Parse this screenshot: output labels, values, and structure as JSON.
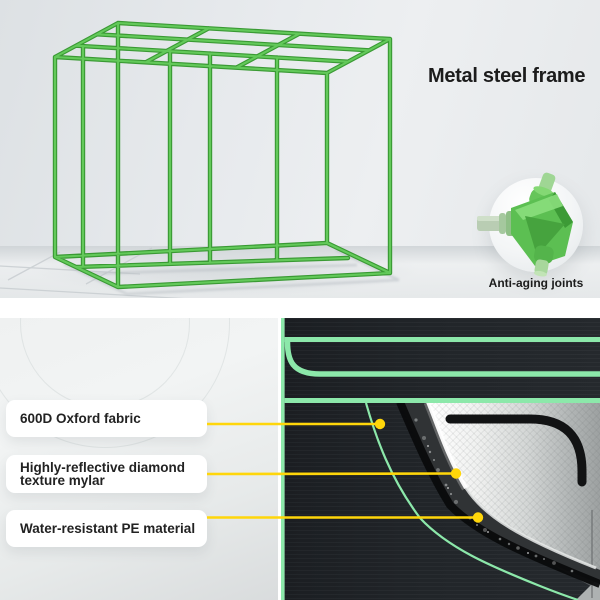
{
  "colors": {
    "frame-green": "#4cb648",
    "frame-green-dark": "#3a9a34",
    "frame-green-light": "#63c95a",
    "mint": "#8ce8aa",
    "yellow": "#ffd60a",
    "panel-dark": "#202428",
    "text-dark": "#1c1c1c"
  },
  "top": {
    "title": "Metal steel frame",
    "inset_caption": "Anti-aging joints"
  },
  "callouts": {
    "oxford": {
      "line1": "600D Oxford fabric"
    },
    "mylar": {
      "line1": "Highly-reflective diamond",
      "line2": "texture mylar"
    },
    "pe": {
      "line1": "Water-resistant PE material"
    }
  }
}
